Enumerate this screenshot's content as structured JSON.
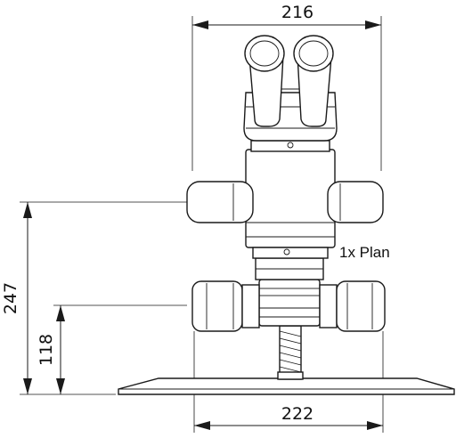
{
  "dimensions": {
    "top_width": "216",
    "bottom_width": "222",
    "total_height": "247",
    "lower_height": "118"
  },
  "labels": {
    "objective": "1x Plan"
  }
}
